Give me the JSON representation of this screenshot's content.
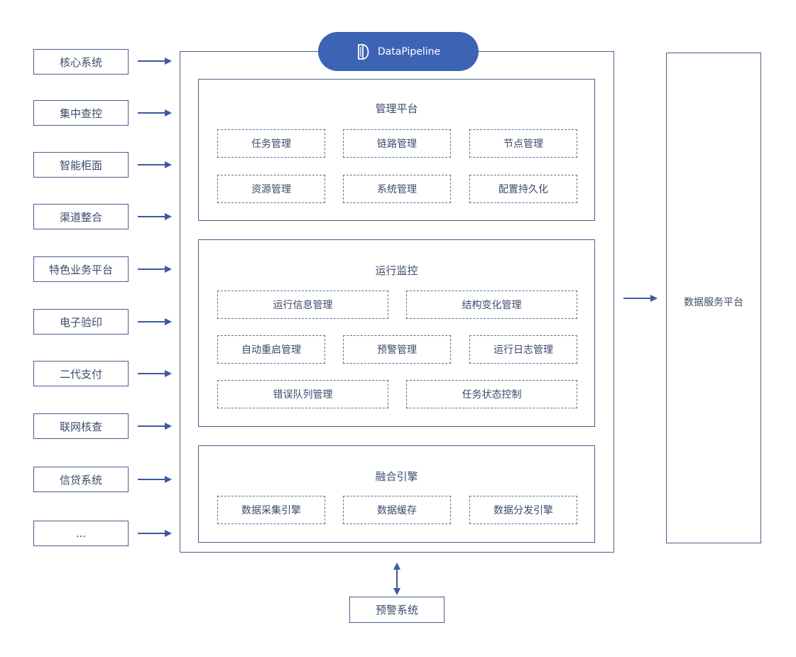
{
  "sources": [
    "核心系统",
    "集中查控",
    "智能柜面",
    "渠道整合",
    "特色业务平台",
    "电子验印",
    "二代支付",
    "联网核查",
    "信贷系统",
    "..."
  ],
  "logo": {
    "text": "DataPipeline",
    "icon": "datapipeline-logo-icon"
  },
  "management": {
    "title": "管理平台",
    "modules": [
      "任务管理",
      "链路管理",
      "节点管理",
      "资源管理",
      "系统管理",
      "配置持久化"
    ]
  },
  "monitoring": {
    "title": "运行监控",
    "modules": [
      "运行信息管理",
      "结构变化管理",
      "自动重启管理",
      "预警管理",
      "运行日志管理",
      "错误队列管理",
      "任务状态控制"
    ]
  },
  "engine": {
    "title": "融合引擎",
    "modules": [
      "数据采集引擎",
      "数据缓存",
      "数据分发引擎"
    ]
  },
  "output": {
    "label": "数据服务平台"
  },
  "alert": {
    "label": "预警系统"
  },
  "colors": {
    "line": "#4a5d8a",
    "arrow": "#3d5a9e",
    "accent": "#3d63b5"
  }
}
